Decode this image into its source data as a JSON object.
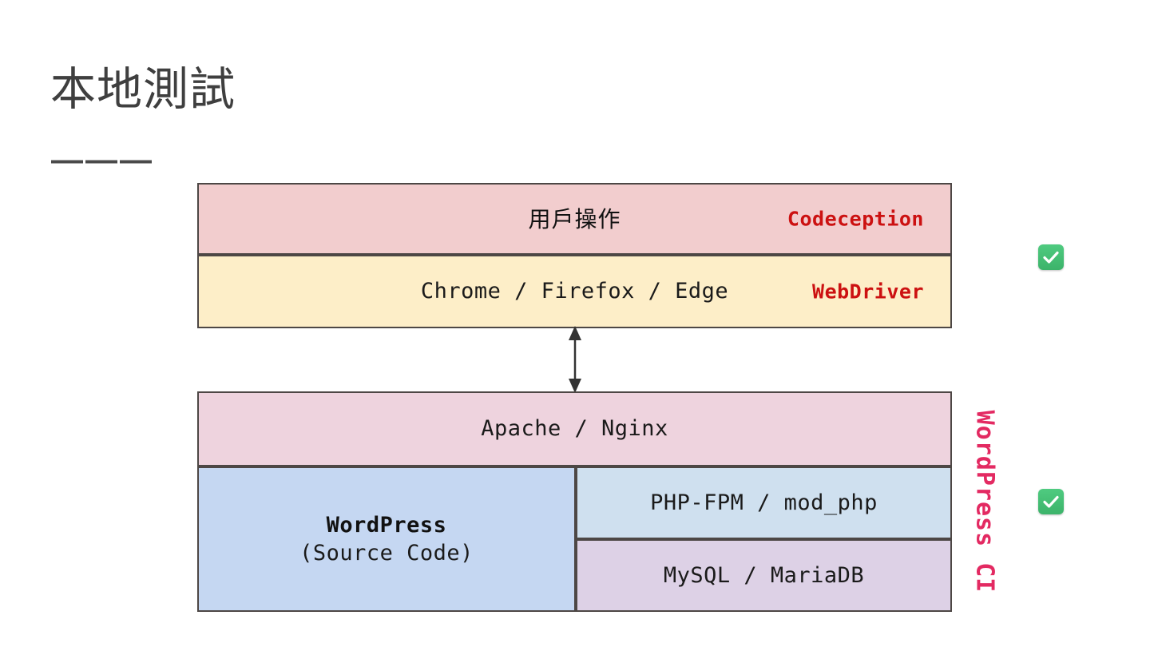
{
  "slide": {
    "title": "本地測試",
    "title_rule": "———"
  },
  "diagram": {
    "type": "layered-architecture",
    "top_group": {
      "name": "test-client-stack",
      "layers": [
        {
          "id": "user-action",
          "center_label": "用戶操作",
          "tech_label": "Codeception",
          "fill": "#f2cdce",
          "tech_color": "#cc1111"
        },
        {
          "id": "browsers",
          "center_label": "Chrome / Firefox / Edge",
          "tech_label": "WebDriver",
          "fill": "#fdeec8",
          "tech_color": "#cc1111"
        }
      ]
    },
    "connector": {
      "name": "bidirectional-arrow",
      "direction": "both",
      "color": "#333333"
    },
    "bottom_group": {
      "name": "server-stack",
      "layers": [
        {
          "id": "web-server",
          "center_label": "Apache / Nginx",
          "fill": "#eed3de"
        },
        {
          "id": "wordpress",
          "center_label_main": "WordPress",
          "center_label_sub": "(Source Code)",
          "fill": "#c5d7f2"
        },
        {
          "id": "php-runtime",
          "center_label": "PHP-FPM / mod_php",
          "fill": "#cfe0ef"
        },
        {
          "id": "database",
          "center_label": "MySQL / MariaDB",
          "fill": "#ddd1e6"
        }
      ]
    },
    "side_label": {
      "text": "WordPress CI",
      "color": "#e32a62",
      "orientation": "vertical-rotated-90"
    },
    "status_badges": [
      {
        "id": "badge-client",
        "icon": "check-icon",
        "state": "ok",
        "color": "#3cb36a"
      },
      {
        "id": "badge-server",
        "icon": "check-icon",
        "state": "ok",
        "color": "#3cb36a"
      }
    ],
    "border_color": "#4d4745"
  }
}
